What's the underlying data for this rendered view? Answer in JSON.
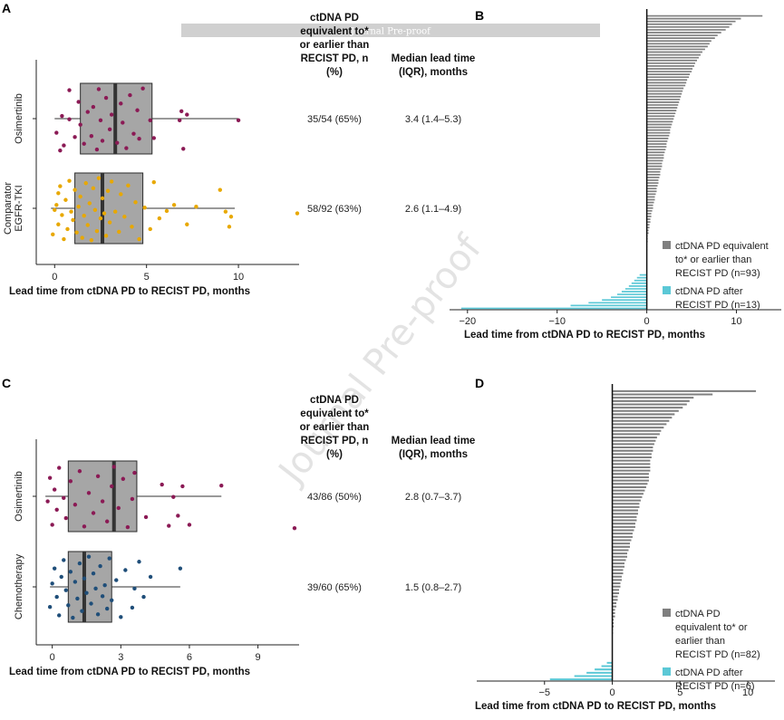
{
  "banner": "Journal Pre-proof",
  "watermark": "Journal Pre-proof",
  "colors": {
    "osimertinib": "#8b1a55",
    "comparator": "#e8a800",
    "chemotherapy": "#1f4e79",
    "equivalent_bar": "#7f7f7f",
    "after_bar": "#5bc8d6",
    "box_fill": "#a6a6a6",
    "box_edge": "#2b2b2b",
    "banner": "#d0d0d0"
  },
  "chart_data": [
    {
      "panel": "A",
      "type": "box",
      "xlabel": "Lead time from ctDNA PD to RECIST PD, months",
      "xlim": [
        -1,
        13.3
      ],
      "xticks": [
        0,
        5,
        10
      ],
      "table_headers": [
        "ctDNA PD equivalent to* or earlier than RECIST PD, n (%)",
        "Median lead time (IQR), months"
      ],
      "groups": [
        {
          "label": "Osimertinib",
          "color_key": "osimertinib",
          "equivalent": "35/54 (65%)",
          "median_iqr": "3.4 (1.4–5.3)",
          "whisker_low": 0,
          "q1": 1.4,
          "median": 3.3,
          "q3": 5.3,
          "whisker_high": 10,
          "points": [
            {
              "x": 0.1,
              "y": 0.42
            },
            {
              "x": 0.3,
              "y": 0.95
            },
            {
              "x": 0.4,
              "y": -0.08
            },
            {
              "x": 0.5,
              "y": 0.8
            },
            {
              "x": 0.8,
              "y": 0.02
            },
            {
              "x": 0.8,
              "y": -0.85
            },
            {
              "x": 1.1,
              "y": 0.55
            },
            {
              "x": 1.3,
              "y": -0.5
            },
            {
              "x": 1.4,
              "y": 0.18
            },
            {
              "x": 1.6,
              "y": 0.75
            },
            {
              "x": 1.8,
              "y": -0.2
            },
            {
              "x": 2.0,
              "y": 0.52
            },
            {
              "x": 2.1,
              "y": -0.35
            },
            {
              "x": 2.3,
              "y": 0.92
            },
            {
              "x": 2.4,
              "y": -0.88
            },
            {
              "x": 2.5,
              "y": 0.05
            },
            {
              "x": 2.6,
              "y": 0.66
            },
            {
              "x": 2.8,
              "y": -0.62
            },
            {
              "x": 3.0,
              "y": 0.32
            },
            {
              "x": 3.1,
              "y": -0.12
            },
            {
              "x": 3.4,
              "y": 0.72
            },
            {
              "x": 3.6,
              "y": -0.45
            },
            {
              "x": 3.7,
              "y": 0.12
            },
            {
              "x": 3.9,
              "y": 0.88
            },
            {
              "x": 4.1,
              "y": -0.7
            },
            {
              "x": 4.3,
              "y": 0.45
            },
            {
              "x": 4.5,
              "y": -0.25
            },
            {
              "x": 4.6,
              "y": 0.6
            },
            {
              "x": 4.8,
              "y": -0.9
            },
            {
              "x": 5.2,
              "y": 0.05
            },
            {
              "x": 5.4,
              "y": 0.58
            },
            {
              "x": 6.8,
              "y": 0.05
            },
            {
              "x": 6.9,
              "y": -0.22
            },
            {
              "x": 7.0,
              "y": 0.9
            },
            {
              "x": 7.2,
              "y": -0.12
            },
            {
              "x": 10.0,
              "y": 0.05
            }
          ]
        },
        {
          "label": "Comparator EGFR-TKI",
          "color_key": "comparator",
          "equivalent": "58/92 (63%)",
          "median_iqr": "2.6 (1.1–4.9)",
          "whisker_low": -0.2,
          "q1": 1.1,
          "median": 2.6,
          "q3": 4.8,
          "whisker_high": 9.8,
          "points": [
            {
              "x": -0.1,
              "y": 0.78
            },
            {
              "x": 0.0,
              "y": 0.05
            },
            {
              "x": 0.1,
              "y": -0.1
            },
            {
              "x": 0.2,
              "y": 0.48
            },
            {
              "x": 0.2,
              "y": -0.45
            },
            {
              "x": 0.3,
              "y": -0.66
            },
            {
              "x": 0.4,
              "y": 0.2
            },
            {
              "x": 0.5,
              "y": 0.92
            },
            {
              "x": 0.6,
              "y": -0.25
            },
            {
              "x": 0.7,
              "y": 0.62
            },
            {
              "x": 0.8,
              "y": -0.82
            },
            {
              "x": 0.9,
              "y": 0.1
            },
            {
              "x": 1.0,
              "y": 0.35
            },
            {
              "x": 1.1,
              "y": -0.55
            },
            {
              "x": 1.2,
              "y": 0.72
            },
            {
              "x": 1.3,
              "y": -0.05
            },
            {
              "x": 1.4,
              "y": -0.35
            },
            {
              "x": 1.5,
              "y": 0.88
            },
            {
              "x": 1.6,
              "y": 0.22
            },
            {
              "x": 1.7,
              "y": -0.75
            },
            {
              "x": 1.8,
              "y": 0.5
            },
            {
              "x": 1.9,
              "y": -0.15
            },
            {
              "x": 2.0,
              "y": 0.95
            },
            {
              "x": 2.1,
              "y": -0.6
            },
            {
              "x": 2.2,
              "y": 0.05
            },
            {
              "x": 2.3,
              "y": 0.68
            },
            {
              "x": 2.4,
              "y": -0.9
            },
            {
              "x": 2.5,
              "y": 0.3
            },
            {
              "x": 2.6,
              "y": -0.3
            },
            {
              "x": 2.7,
              "y": 0.15
            },
            {
              "x": 2.8,
              "y": 0.82
            },
            {
              "x": 2.9,
              "y": -0.52
            },
            {
              "x": 3.0,
              "y": 0.42
            },
            {
              "x": 3.1,
              "y": -0.8
            },
            {
              "x": 3.3,
              "y": 0.1
            },
            {
              "x": 3.5,
              "y": 0.7
            },
            {
              "x": 3.6,
              "y": -0.42
            },
            {
              "x": 3.8,
              "y": 0.25
            },
            {
              "x": 4.0,
              "y": -0.68
            },
            {
              "x": 4.2,
              "y": 0.55
            },
            {
              "x": 4.4,
              "y": -0.18
            },
            {
              "x": 4.6,
              "y": 0.92
            },
            {
              "x": 4.9,
              "y": -0.02
            },
            {
              "x": 5.2,
              "y": 0.62
            },
            {
              "x": 5.4,
              "y": -0.78
            },
            {
              "x": 5.7,
              "y": 0.3
            },
            {
              "x": 6.1,
              "y": 0.08
            },
            {
              "x": 6.5,
              "y": -0.1
            },
            {
              "x": 7.2,
              "y": 0.48
            },
            {
              "x": 7.7,
              "y": -0.05
            },
            {
              "x": 9.0,
              "y": -0.55
            },
            {
              "x": 9.3,
              "y": 0.1
            },
            {
              "x": 9.5,
              "y": 0.55
            },
            {
              "x": 9.6,
              "y": 0.25
            },
            {
              "x": 13.2,
              "y": 0.15
            }
          ]
        }
      ]
    },
    {
      "panel": "B",
      "type": "bar",
      "orientation": "horizontal",
      "xlabel": "Lead time from ctDNA PD to RECIST PD, months",
      "xlim": [
        -22,
        15
      ],
      "xticks": [
        -20,
        -10,
        0,
        10
      ],
      "legend": [
        {
          "label": "ctDNA PD equivalent to* or earlier than RECIST PD (n=93)",
          "color_key": "equivalent_bar"
        },
        {
          "label": "ctDNA PD after RECIST PD (n=13)",
          "color_key": "after_bar"
        }
      ],
      "legend_position": "lower-right",
      "values_equivalent": [
        12.9,
        10.5,
        9.9,
        9.5,
        9.2,
        8.8,
        8.3,
        7.9,
        7.6,
        7.2,
        7.0,
        6.8,
        6.5,
        6.2,
        6.0,
        5.8,
        5.6,
        5.4,
        5.3,
        5.1,
        5.0,
        4.8,
        4.7,
        4.5,
        4.4,
        4.3,
        4.1,
        4.0,
        3.9,
        3.8,
        3.7,
        3.6,
        3.5,
        3.4,
        3.3,
        3.2,
        3.1,
        3.0,
        2.9,
        2.8,
        2.7,
        2.6,
        2.6,
        2.5,
        2.4,
        2.3,
        2.2,
        2.2,
        2.1,
        2.0,
        1.9,
        1.9,
        1.8,
        1.7,
        1.7,
        1.6,
        1.5,
        1.5,
        1.4,
        1.3,
        1.3,
        1.2,
        1.1,
        1.1,
        1.0,
        0.9,
        0.9,
        0.8,
        0.7,
        0.7,
        0.6,
        0.5,
        0.5,
        0.4,
        0.4,
        0.3,
        0.3,
        0.2,
        0.2,
        0.1,
        0.1,
        0.1,
        0.05,
        0.05,
        0.05,
        0,
        0,
        0,
        0,
        0,
        0,
        0,
        0
      ],
      "values_after": [
        -0.8,
        -1.1,
        -1.4,
        -1.7,
        -2.0,
        -2.4,
        -2.8,
        -3.3,
        -4.0,
        -5.0,
        -6.5,
        -8.5,
        -20.7
      ]
    },
    {
      "panel": "C",
      "type": "box",
      "xlabel": "Lead time from ctDNA PD to RECIST PD, months",
      "xlim": [
        -0.7,
        10.8
      ],
      "xticks": [
        0,
        3,
        6,
        9
      ],
      "table_headers": [
        "ctDNA PD equivalent to* or earlier than RECIST PD, n (%)",
        "Median lead time (IQR), months"
      ],
      "groups": [
        {
          "label": "Osimertinib",
          "color_key": "osimertinib",
          "equivalent": "43/86 (50%)",
          "median_iqr": "2.8 (0.7–3.7)",
          "whisker_low": -0.3,
          "q1": 0.7,
          "median": 2.7,
          "q3": 3.7,
          "whisker_high": 7.4,
          "points": [
            {
              "x": -0.2,
              "y": 0.15
            },
            {
              "x": -0.1,
              "y": -0.55
            },
            {
              "x": 0.0,
              "y": 0.85
            },
            {
              "x": 0.1,
              "y": -0.2
            },
            {
              "x": 0.2,
              "y": 0.4
            },
            {
              "x": 0.3,
              "y": -0.85
            },
            {
              "x": 0.5,
              "y": 0.05
            },
            {
              "x": 0.6,
              "y": 0.65
            },
            {
              "x": 0.8,
              "y": -0.45
            },
            {
              "x": 1.0,
              "y": 0.25
            },
            {
              "x": 1.2,
              "y": -0.75
            },
            {
              "x": 1.4,
              "y": 0.9
            },
            {
              "x": 1.6,
              "y": -0.1
            },
            {
              "x": 1.8,
              "y": 0.5
            },
            {
              "x": 2.0,
              "y": -0.6
            },
            {
              "x": 2.2,
              "y": 0.15
            },
            {
              "x": 2.4,
              "y": 0.75
            },
            {
              "x": 2.6,
              "y": -0.3
            },
            {
              "x": 2.7,
              "y": -0.88
            },
            {
              "x": 2.9,
              "y": 0.35
            },
            {
              "x": 3.1,
              "y": -0.52
            },
            {
              "x": 3.3,
              "y": 0.92
            },
            {
              "x": 3.5,
              "y": 0.08
            },
            {
              "x": 3.6,
              "y": -0.7
            },
            {
              "x": 4.1,
              "y": 0.62
            },
            {
              "x": 4.8,
              "y": -0.35
            },
            {
              "x": 5.1,
              "y": 0.88
            },
            {
              "x": 5.3,
              "y": 0.02
            },
            {
              "x": 5.5,
              "y": 0.58
            },
            {
              "x": 5.7,
              "y": -0.3
            },
            {
              "x": 6.0,
              "y": 0.85
            },
            {
              "x": 7.4,
              "y": -0.32
            },
            {
              "x": 10.6,
              "y": 0.95
            }
          ]
        },
        {
          "label": "Chemotherapy",
          "color_key": "chemotherapy",
          "equivalent": "39/60 (65%)",
          "median_iqr": "1.5 (0.8–2.7)",
          "whisker_low": -0.1,
          "q1": 0.7,
          "median": 1.4,
          "q3": 2.6,
          "whisker_high": 5.6,
          "points": [
            {
              "x": -0.1,
              "y": 0.6
            },
            {
              "x": 0.0,
              "y": -0.1
            },
            {
              "x": 0.1,
              "y": -0.55
            },
            {
              "x": 0.2,
              "y": 0.3
            },
            {
              "x": 0.3,
              "y": 0.85
            },
            {
              "x": 0.4,
              "y": -0.3
            },
            {
              "x": 0.5,
              "y": -0.8
            },
            {
              "x": 0.6,
              "y": 0.1
            },
            {
              "x": 0.7,
              "y": 0.55
            },
            {
              "x": 0.8,
              "y": -0.45
            },
            {
              "x": 0.9,
              "y": 0.92
            },
            {
              "x": 1.0,
              "y": -0.15
            },
            {
              "x": 1.1,
              "y": 0.35
            },
            {
              "x": 1.2,
              "y": -0.7
            },
            {
              "x": 1.3,
              "y": 0.72
            },
            {
              "x": 1.4,
              "y": -0.25
            },
            {
              "x": 1.5,
              "y": 0.18
            },
            {
              "x": 1.6,
              "y": -0.9
            },
            {
              "x": 1.7,
              "y": 0.5
            },
            {
              "x": 1.8,
              "y": -0.4
            },
            {
              "x": 1.9,
              "y": 0.05
            },
            {
              "x": 2.0,
              "y": 0.82
            },
            {
              "x": 2.1,
              "y": -0.62
            },
            {
              "x": 2.2,
              "y": 0.28
            },
            {
              "x": 2.3,
              "y": -0.05
            },
            {
              "x": 2.4,
              "y": 0.65
            },
            {
              "x": 2.5,
              "y": -0.85
            },
            {
              "x": 2.6,
              "y": 0.4
            },
            {
              "x": 2.8,
              "y": -0.2
            },
            {
              "x": 3.0,
              "y": 0.9
            },
            {
              "x": 3.2,
              "y": -0.5
            },
            {
              "x": 3.5,
              "y": 0.62
            },
            {
              "x": 3.6,
              "y": 0.05
            },
            {
              "x": 3.8,
              "y": -0.75
            },
            {
              "x": 4.0,
              "y": 0.3
            },
            {
              "x": 4.3,
              "y": -0.3
            },
            {
              "x": 5.6,
              "y": -0.55
            }
          ]
        }
      ]
    },
    {
      "panel": "D",
      "type": "bar",
      "orientation": "horizontal",
      "xlabel": "Lead time from ctDNA PD to RECIST PD, months",
      "xlim": [
        -10,
        12
      ],
      "xticks": [
        -5,
        0,
        5,
        10
      ],
      "legend": [
        {
          "label": "ctDNA PD equivalent to* or earlier than RECIST PD (n=82)",
          "color_key": "equivalent_bar"
        },
        {
          "label": "ctDNA PD after RECIST PD (n=6)",
          "color_key": "after_bar"
        }
      ],
      "legend_position": "lower-right",
      "values_equivalent": [
        10.6,
        7.4,
        6.0,
        5.7,
        5.5,
        5.2,
        4.9,
        4.6,
        4.4,
        4.2,
        4.0,
        3.8,
        3.6,
        3.5,
        3.3,
        3.2,
        3.1,
        3.0,
        3.0,
        2.9,
        2.9,
        2.8,
        2.8,
        2.8,
        2.8,
        2.7,
        2.7,
        2.7,
        2.6,
        2.5,
        2.4,
        2.3,
        2.2,
        2.1,
        2.0,
        2.0,
        1.9,
        1.9,
        1.8,
        1.8,
        1.7,
        1.7,
        1.6,
        1.5,
        1.5,
        1.4,
        1.3,
        1.3,
        1.2,
        1.1,
        1.1,
        1.0,
        0.9,
        0.9,
        0.8,
        0.8,
        0.7,
        0.7,
        0.6,
        0.6,
        0.5,
        0.5,
        0.4,
        0.4,
        0.3,
        0.3,
        0.2,
        0.2,
        0.2,
        0.1,
        0.1,
        0.1,
        0.05,
        0.05,
        0,
        0,
        0,
        0,
        0,
        0,
        0,
        0
      ],
      "values_after": [
        -0.4,
        -0.8,
        -1.3,
        -1.9,
        -2.8,
        -4.6
      ]
    }
  ]
}
